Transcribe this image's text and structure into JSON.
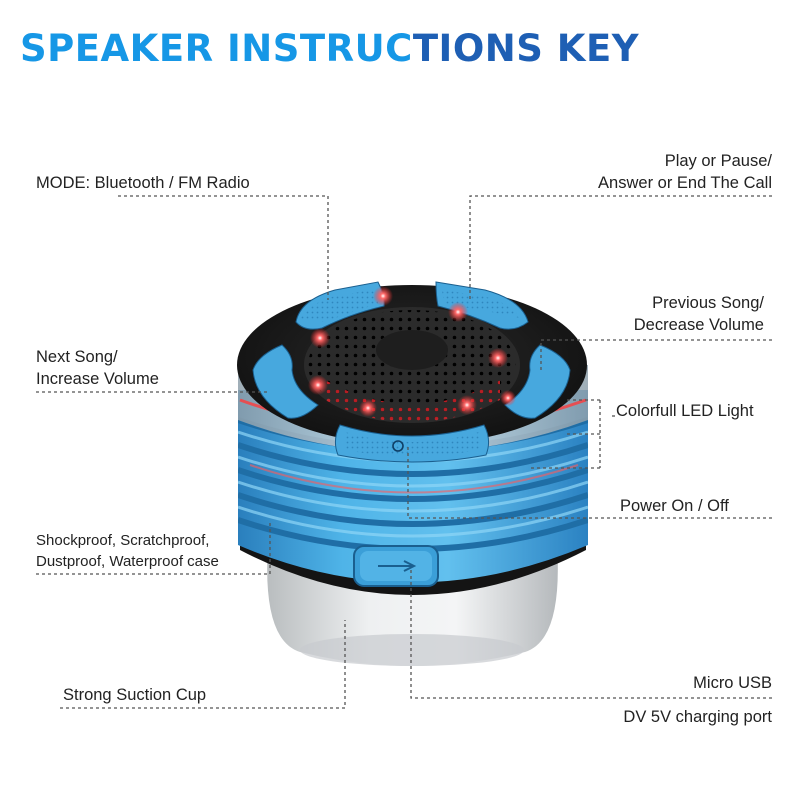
{
  "title": {
    "part1": "SPEAKER INSTRUC",
    "part2": "TIONS KEY"
  },
  "labels": {
    "mode": "MODE: Bluetooth / FM Radio",
    "play_line1": "Play or Pause/",
    "play_line2": "Answer or End The Call",
    "prev_line1": "Previous Song/",
    "prev_line2": "Decrease Volume",
    "next_line1": "Next Song/",
    "next_line2": "Increase Volume",
    "led": "Colorfull LED Light",
    "power": "Power On / Off",
    "case_line1": "Shockproof, Scratchproof,",
    "case_line2": "Dustproof, Waterproof case",
    "suction": "Strong Suction Cup",
    "usb": "Micro USB",
    "charging": "DV 5V charging port"
  },
  "colors": {
    "title_light": "#1697e6",
    "title_dark": "#1e5fb4",
    "speaker_blue": "#3fa9e0",
    "speaker_black": "#1b1b1b",
    "led_red": "#ff2a2a"
  }
}
